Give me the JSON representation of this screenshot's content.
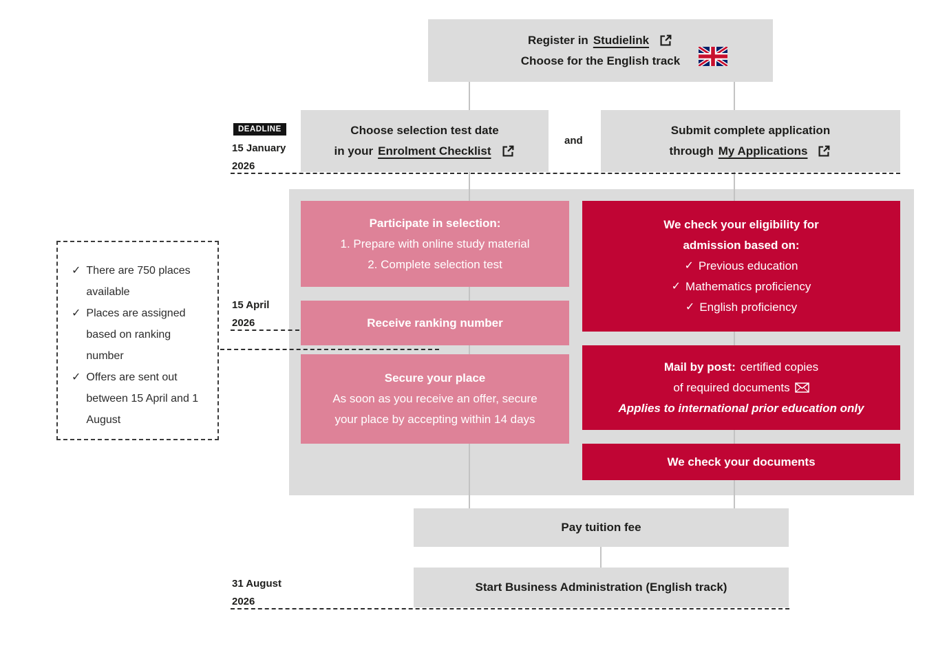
{
  "colors": {
    "accent_red": "#c00534",
    "accent_pink": "#de8298",
    "box_gray": "#dcdcdc",
    "text_dark": "#1d1d1b",
    "connector_gray": "#c3c3c3",
    "badge_black": "#141414"
  },
  "icons": {
    "checkmark": "✓"
  },
  "top_box": {
    "line1_prefix": "Register in",
    "line1_link": "Studielink",
    "line2": "Choose for the English track"
  },
  "deadline": {
    "badge": "DEADLINE",
    "date_line1": "15 January",
    "date_line2": "2026"
  },
  "step_test": {
    "line1": "Choose selection test date",
    "line2_prefix": "in your",
    "line2_link": "Enrolment Checklist"
  },
  "and_label": "and",
  "step_apply": {
    "line1": "Submit complete application",
    "line2_prefix": "through",
    "line2_link": "My Applications"
  },
  "selection_box": {
    "title": "Participate in selection:",
    "item1": "1. Prepare with online study material",
    "item2": "2. Complete selection test"
  },
  "ranking_box": {
    "title": "Receive ranking number"
  },
  "secure_box": {
    "title": "Secure your place",
    "line1": "As soon as you receive an offer, secure",
    "line2": "your place by accepting within 14 days"
  },
  "eligibility_box": {
    "title_line1": "We check your eligibility for",
    "title_line2": "admission based on:",
    "items": [
      "Previous education",
      "Mathematics proficiency",
      "English proficiency"
    ]
  },
  "mail_box": {
    "line1_bold": "Mail by post:",
    "line1_rest": "certified copies",
    "line2": "of required documents",
    "note": "Applies to international prior education only"
  },
  "documents_box": {
    "title": "We check your documents"
  },
  "info_box": {
    "items": [
      "There are 750 places available",
      "Places are assigned based on ranking number",
      "Offers are sent out between 15 April and 1 August"
    ]
  },
  "april_label": {
    "line1": "15 April",
    "line2": "2026"
  },
  "tuition_box": {
    "title": "Pay tuition fee"
  },
  "august_label": {
    "line1": "31 August",
    "line2": "2026"
  },
  "start_box": {
    "title": "Start Business Administration (English track)"
  }
}
